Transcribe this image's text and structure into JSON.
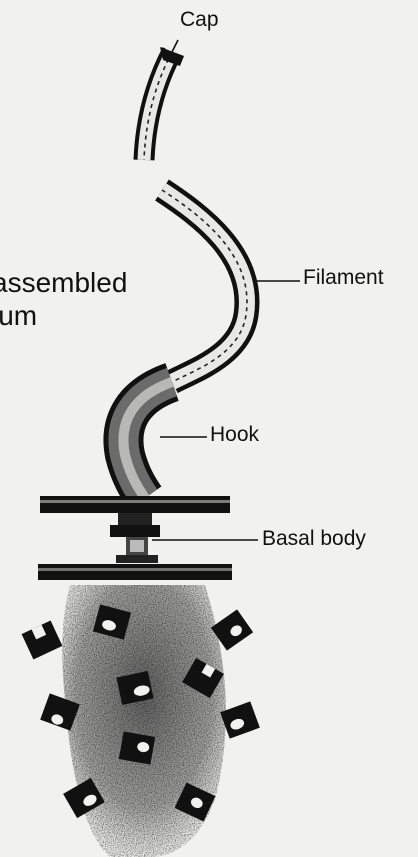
{
  "labels": {
    "cap": "Cap",
    "filament": "Filament",
    "hook": "Hook",
    "basal_body": "Basal body"
  },
  "title_fragment": {
    "line1": "assembled",
    "line2": "lum"
  },
  "colors": {
    "background": "#f1f1ef",
    "ink": "#111111",
    "stipple": "#555555"
  }
}
